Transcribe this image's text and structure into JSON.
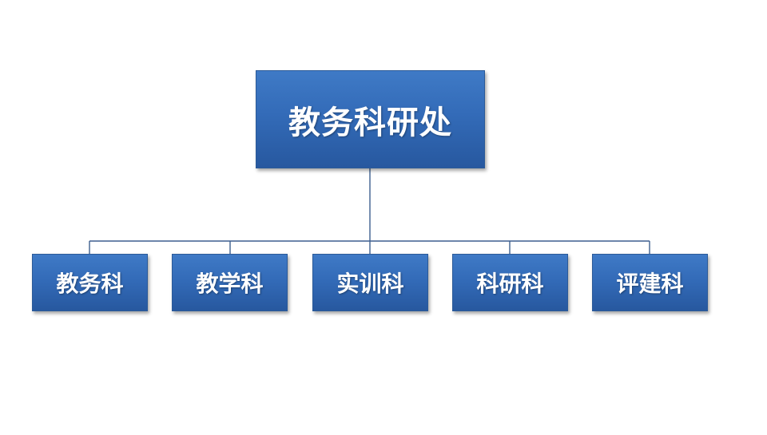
{
  "org_chart": {
    "root": {
      "label": "教务科研处"
    },
    "children": [
      {
        "label": "教务科"
      },
      {
        "label": "教学科"
      },
      {
        "label": "实训科"
      },
      {
        "label": "科研科"
      },
      {
        "label": "评建科"
      }
    ]
  },
  "colors": {
    "node_fill": "#336bb8",
    "node_border": "#2b5a98",
    "connector": "#3d5f8f",
    "node_text": "#ffffff"
  }
}
